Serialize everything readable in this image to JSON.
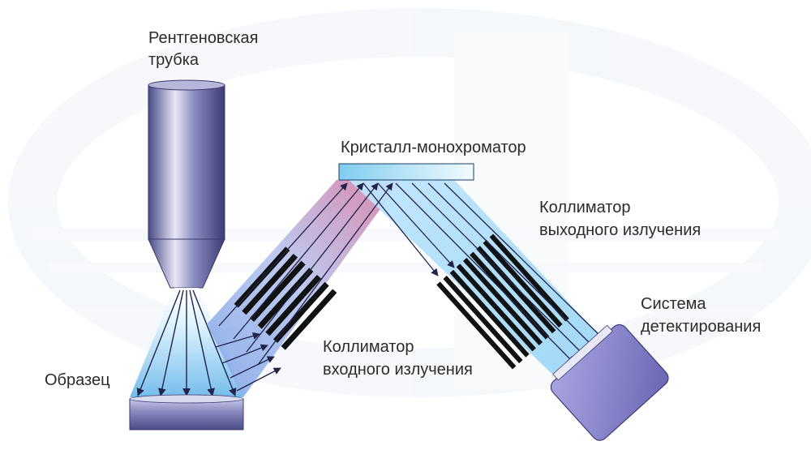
{
  "labels": {
    "tube": [
      "Рентгеновская",
      "трубка"
    ],
    "crystal": "Кристалл-монохроматор",
    "output_collimator": [
      "Коллиматор",
      "выходного излучения"
    ],
    "detection": [
      "Система",
      "детектирования"
    ],
    "input_collimator": [
      "Коллиматор",
      "входного излучения"
    ],
    "sample": "Образец"
  },
  "colors": {
    "background_watermark": "#eef3f8",
    "tube_body": "#6f6fa8",
    "tube_highlight": "#d9d9ee",
    "beam": "#bfe6ff",
    "crystal": "#8fd3f0",
    "collimator_slats": "#111111",
    "detector": "#8b88cc",
    "sample": "#7a7ab5",
    "arrows": "#22224a"
  }
}
